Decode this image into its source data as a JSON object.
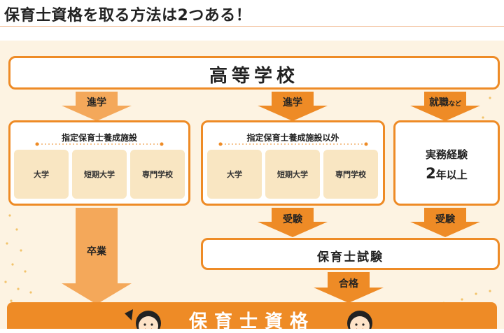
{
  "heading": "保育士資格を取る方法は2つある！",
  "high_school": "高等学校",
  "arrows": {
    "advance_left": "進学",
    "advance_mid": "進学",
    "employment": "就職",
    "employment_suffix": "など",
    "exam_mid": "受験",
    "exam_right": "受験",
    "graduate": "卒業",
    "pass": "合格"
  },
  "designated": {
    "title": "指定保育士養成施設",
    "items": [
      "大学",
      "短期大学",
      "専門学校"
    ]
  },
  "non_designated": {
    "title": "指定保育士養成施設以外",
    "items": [
      "大学",
      "短期大学",
      "専門学校"
    ]
  },
  "experience": {
    "line1": "実務経験",
    "years": "2",
    "unit": "年以上"
  },
  "exam": "保育士試験",
  "result": "保育士資格",
  "colors": {
    "accent": "#ee8b26",
    "light_arrow": "#f4a85a",
    "panel_bg": "#fdf3e2",
    "tile_bg": "#f9e6c2",
    "star": "#f5c518"
  }
}
